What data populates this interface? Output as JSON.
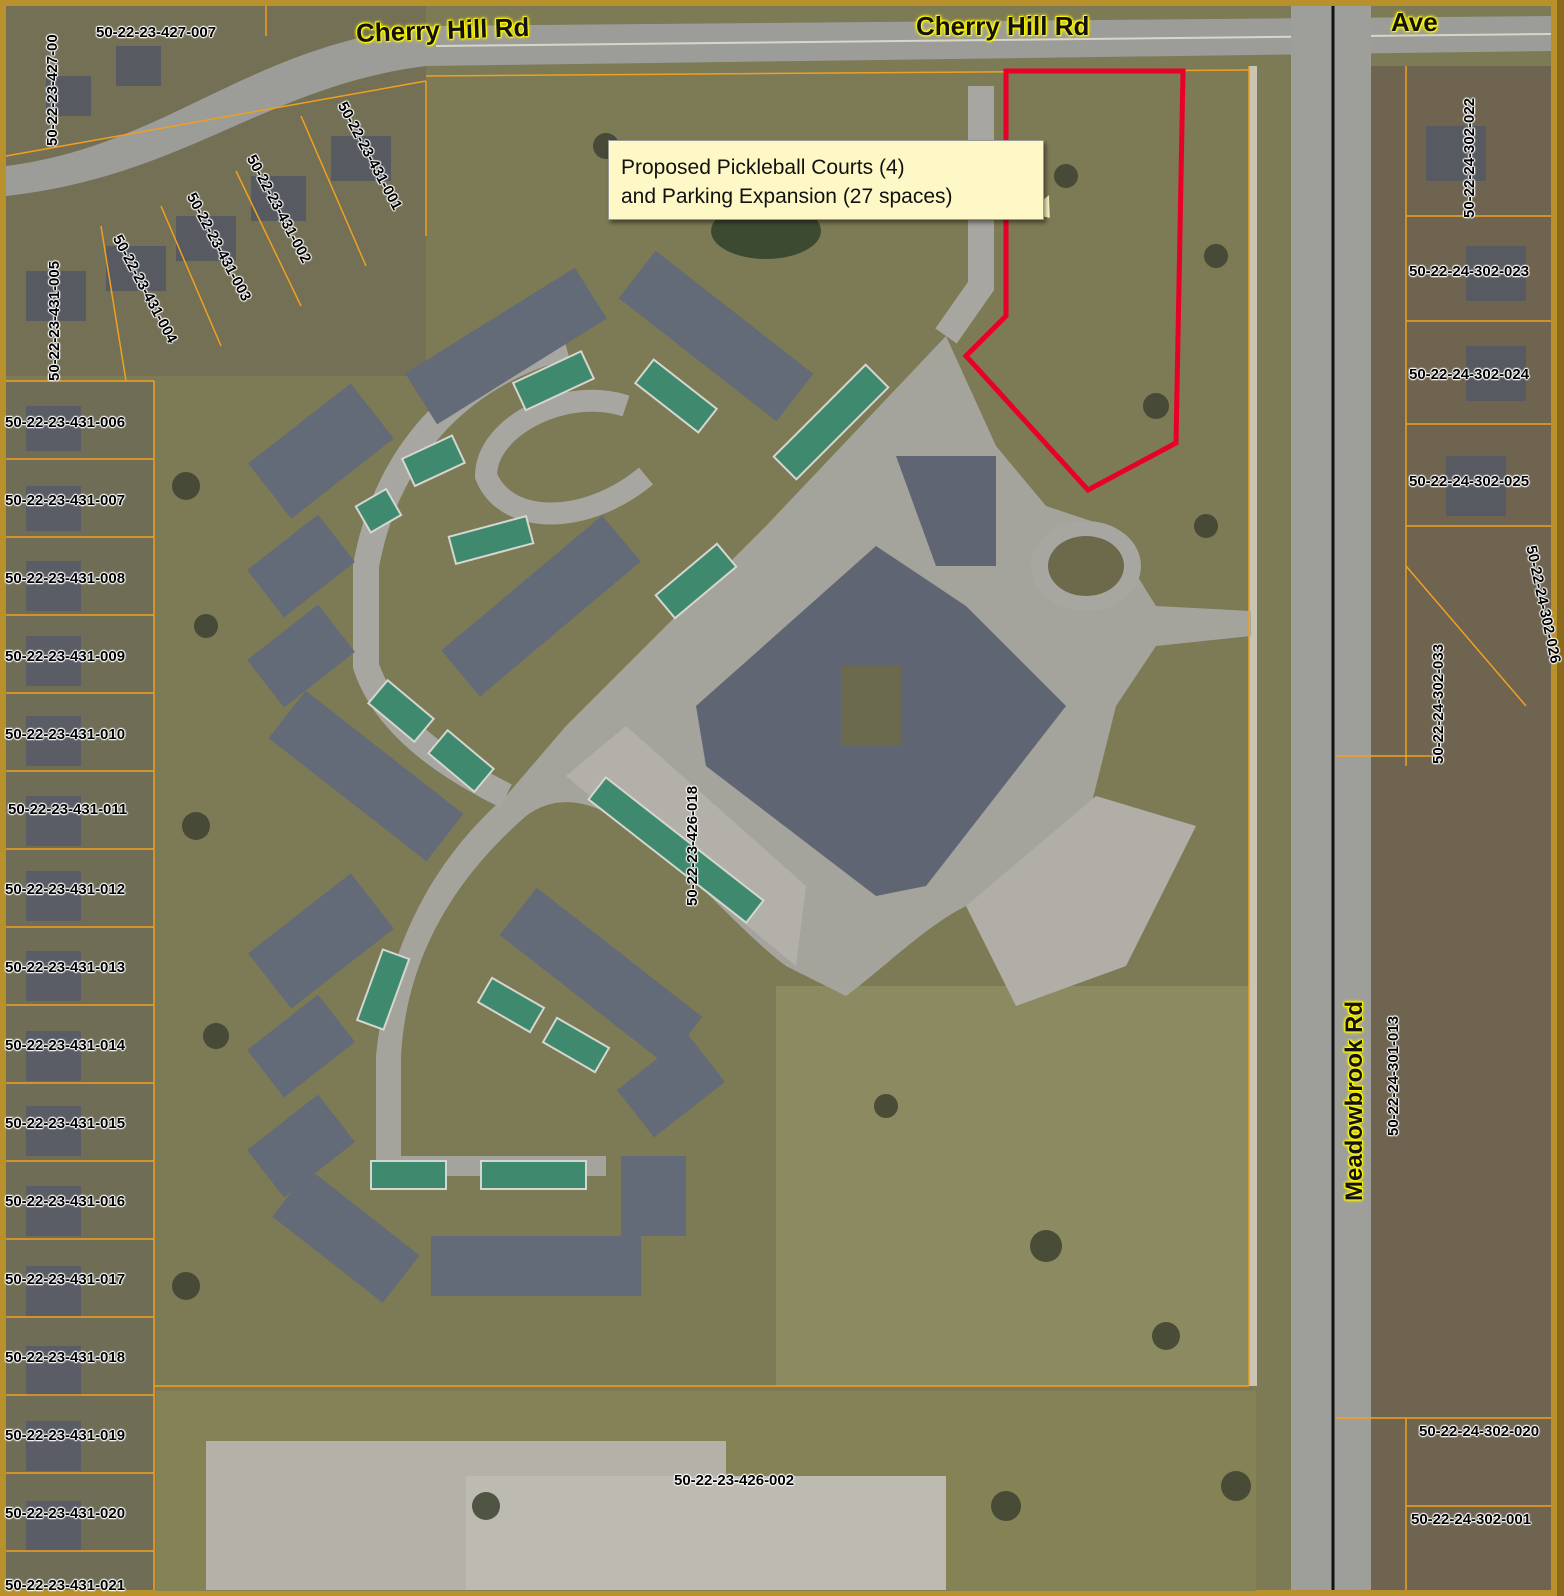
{
  "roads": {
    "cherry_hill_1": "Cherry Hill Rd",
    "cherry_hill_2": "Cherry Hill Rd",
    "ave": "Ave",
    "meadowbrook": "Meadowbrook Rd"
  },
  "callout": {
    "line1": "Proposed Pickleball Courts (4)",
    "line2": "and Parking Expansion (27 spaces)"
  },
  "parcels": {
    "p427_007": "50-22-23-427-007",
    "p427_00": "50-22-23-427-00",
    "p431_001": "50-22-23-431-001",
    "p431_002": "50-22-23-431-002",
    "p431_003": "50-22-23-431-003",
    "p431_004": "50-22-23-431-004",
    "p431_005": "50-22-23-431-005",
    "p431_006": "50-22-23-431-006",
    "p431_007": "50-22-23-431-007",
    "p431_008": "50-22-23-431-008",
    "p431_009": "50-22-23-431-009",
    "p431_010": "50-22-23-431-010",
    "p431_011": "50-22-23-431-011",
    "p431_012": "50-22-23-431-012",
    "p431_013": "50-22-23-431-013",
    "p431_014": "50-22-23-431-014",
    "p431_015": "50-22-23-431-015",
    "p431_016": "50-22-23-431-016",
    "p431_017": "50-22-23-431-017",
    "p431_018": "50-22-23-431-018",
    "p431_019": "50-22-23-431-019",
    "p431_020": "50-22-23-431-020",
    "p431_021": "50-22-23-431-021",
    "p426_018": "50-22-23-426-018",
    "p426_002": "50-22-23-426-002",
    "p302_022": "50-22-24-302-022",
    "p302_023": "50-22-24-302-023",
    "p302_024": "50-22-24-302-024",
    "p302_025": "50-22-24-302-025",
    "p302_026": "50-22-24-302-026",
    "p302_033": "50-22-24-302-033",
    "p301_013": "50-22-24-301-013",
    "p302_020": "50-22-24-302-020",
    "p302_001": "50-22-24-302-001"
  },
  "colors": {
    "frame": "#b8902c",
    "boundary": "#e8002a",
    "parcel_lines": "#f0a020",
    "callout_bg": "#fdf8c5",
    "road_label_halo": "#fff700"
  }
}
